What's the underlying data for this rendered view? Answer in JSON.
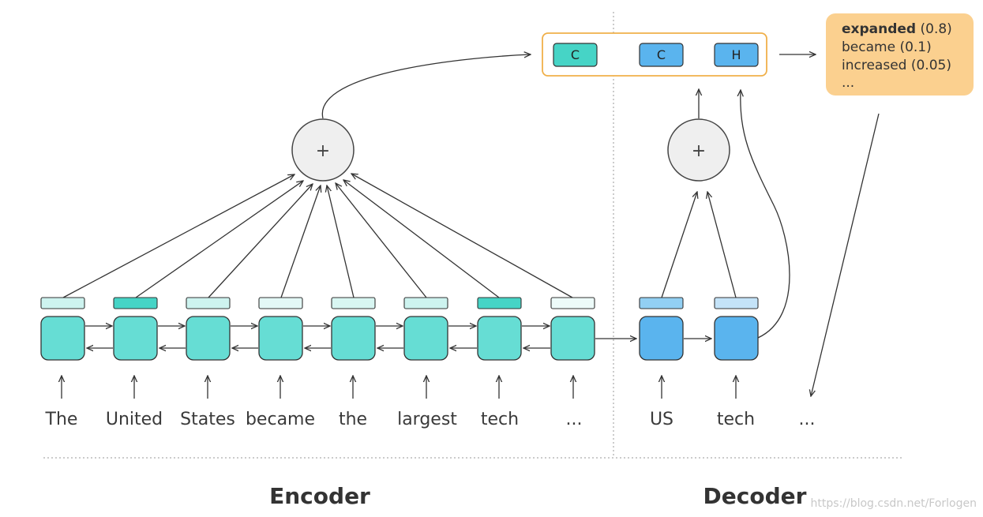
{
  "encoder": {
    "label": "Encoder",
    "words": [
      "The",
      "United",
      "States",
      "became",
      "the",
      "largest",
      "tech",
      "..."
    ]
  },
  "decoder": {
    "label": "Decoder",
    "words": [
      "US",
      "tech",
      "..."
    ]
  },
  "sum_symbol": "+",
  "context_vector": {
    "cells": [
      "C",
      "C",
      "H"
    ]
  },
  "output_probabilities": [
    {
      "word": "expanded",
      "prob": "(0.8)"
    },
    {
      "word": "became",
      "prob": "(0.1)"
    },
    {
      "word": "increased",
      "prob": "(0.05)"
    },
    {
      "word": "...",
      "prob": ""
    }
  ],
  "watermark": "https://blog.csdn.net/Forlogen",
  "colors": {
    "encoder_cell": "#66ddd4",
    "decoder_cell": "#5ab4ee",
    "highlight_attention": "#46d4c6",
    "output_box": "#fbd08f",
    "context_border": "#f0b04a"
  }
}
